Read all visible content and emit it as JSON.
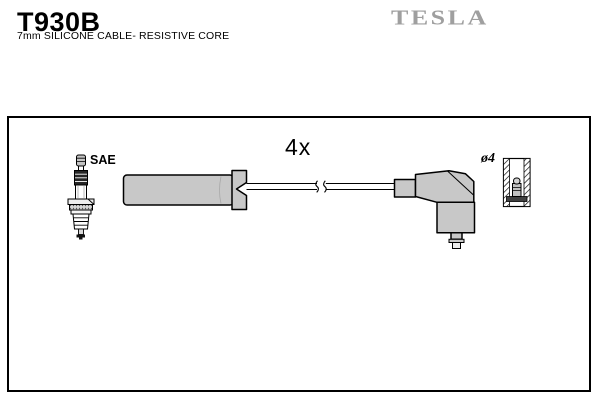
{
  "header": {
    "part_number": "T930B",
    "subtitle": "7mm SILICONE CABLE- RESISTIVE CORE",
    "brand": "TESLA"
  },
  "labels": {
    "spark_plug": "SAE",
    "quantity": "4x",
    "terminal_diameter": "ø4"
  },
  "colors": {
    "boot_fill": "#c8c8c8",
    "outline": "#000000",
    "brand_gray": "#9f9f9f",
    "plug_dark": "#262626"
  }
}
